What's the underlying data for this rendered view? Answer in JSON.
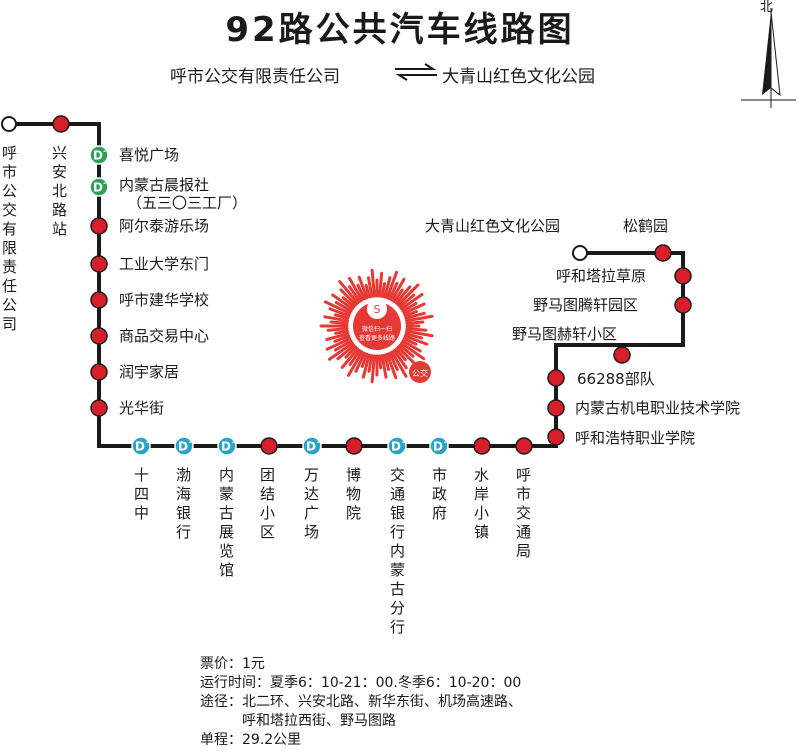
{
  "title": "92路公共汽车线路图",
  "header": {
    "from": "呼市公交有限责任公司",
    "to": "大青山红色文化公园",
    "compass_label": "北"
  },
  "colors": {
    "line": "#1a1a1a",
    "stop": "#d61f2a",
    "metro": "#2aa3c8",
    "metro_green": "#2e9e5b",
    "qr": "#e53935"
  },
  "stops": [
    {
      "name": "呼市公交有限责任公司",
      "type": "terminal"
    },
    {
      "name": "兴安北路站",
      "type": "stop"
    },
    {
      "name": "喜悦广场",
      "type": "metro2"
    },
    {
      "name": "内蒙古晨报社",
      "sub": "（五三〇三工厂）",
      "type": "metro2"
    },
    {
      "name": "阿尔泰游乐场",
      "type": "stop"
    },
    {
      "name": "工业大学东门",
      "type": "stop"
    },
    {
      "name": "呼市建华学校",
      "type": "stop"
    },
    {
      "name": "商品交易中心",
      "type": "stop"
    },
    {
      "name": "润宇家居",
      "type": "stop"
    },
    {
      "name": "光华街",
      "type": "stop"
    },
    {
      "name": "十四中",
      "type": "metro1"
    },
    {
      "name": "渤海银行",
      "type": "metro1"
    },
    {
      "name": "内蒙古展览馆",
      "type": "metro1"
    },
    {
      "name": "团结小区",
      "type": "stop"
    },
    {
      "name": "万达广场",
      "type": "metro1"
    },
    {
      "name": "博物院",
      "type": "stop"
    },
    {
      "name": "交通银行内蒙古分行",
      "type": "metro1"
    },
    {
      "name": "市政府",
      "type": "metro1"
    },
    {
      "name": "水岸小镇",
      "type": "stop"
    },
    {
      "name": "呼市交通局",
      "type": "stop"
    },
    {
      "name": "呼和浩特职业学院",
      "type": "stop"
    },
    {
      "name": "内蒙古机电职业技术学院",
      "type": "stop"
    },
    {
      "name": "66288部队",
      "type": "stop"
    },
    {
      "name": "野马图赫轩小区",
      "type": "stop"
    },
    {
      "name": "野马图腾轩园区",
      "type": "stop"
    },
    {
      "name": "呼和塔拉草原",
      "type": "stop"
    },
    {
      "name": "松鹤园",
      "type": "stop"
    },
    {
      "name": "大青山红色文化公园",
      "type": "terminal"
    }
  ],
  "metro_badge": {
    "letter": "D",
    "line1": "1",
    "line2": "2"
  },
  "qr": {
    "line1": "微信扫一扫",
    "line2": "查看更多线路",
    "badge": "公交"
  },
  "info": {
    "fare": "票价：1元",
    "hours": "运行时间：夏季6：10-21：00.冬季6：10-20：00",
    "route_line1": "途径：北二环、兴安北路、新华东街、机场高速路、",
    "route_line2": "呼和塔拉西街、野马图路",
    "distance": "单程：29.2公里"
  }
}
